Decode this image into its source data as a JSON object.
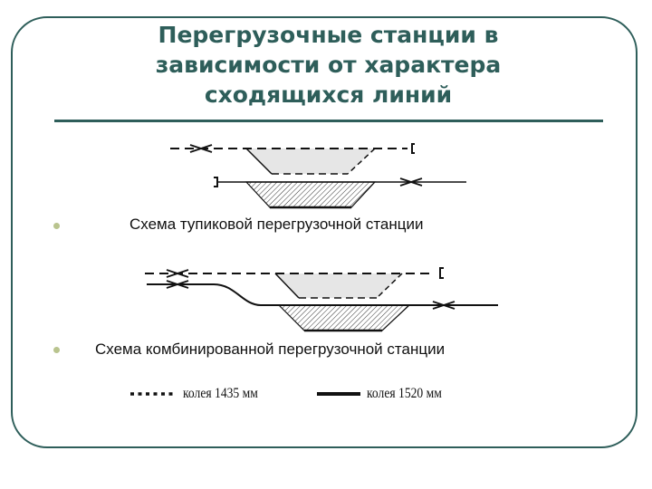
{
  "slide": {
    "title_lines": [
      "Перегрузочные станции в",
      "зависимости от характера",
      "сходящихся линий"
    ],
    "bullets": [
      {
        "text": "Схема тупиковой перегрузочной станции"
      },
      {
        "text": "Схема комбинированной перегрузочной станции"
      }
    ],
    "legend": [
      {
        "style": "dotted",
        "label": "колея 1435 мм"
      },
      {
        "style": "solid",
        "label": "колея 1520 мм"
      }
    ],
    "colors": {
      "accent": "#2e5e5a",
      "bullet": "#b9c48e",
      "platform_fill": "#e6e6e6"
    }
  }
}
